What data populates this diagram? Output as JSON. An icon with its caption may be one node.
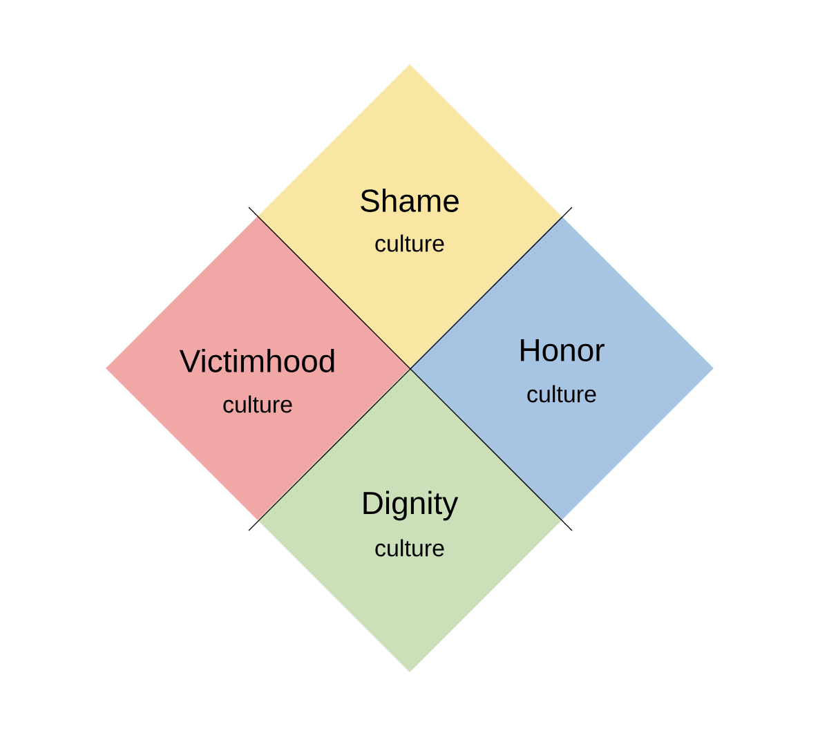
{
  "diagram": {
    "nodes": [
      {
        "text": [
          "Shame",
          "culture"
        ]
      },
      {
        "text": [
          "Victimhood",
          "culture"
        ]
      },
      {
        "text": [
          "Honor",
          "culture"
        ]
      },
      {
        "text": [
          "Dignity",
          "culture"
        ]
      }
    ],
    "edges": []
  }
}
